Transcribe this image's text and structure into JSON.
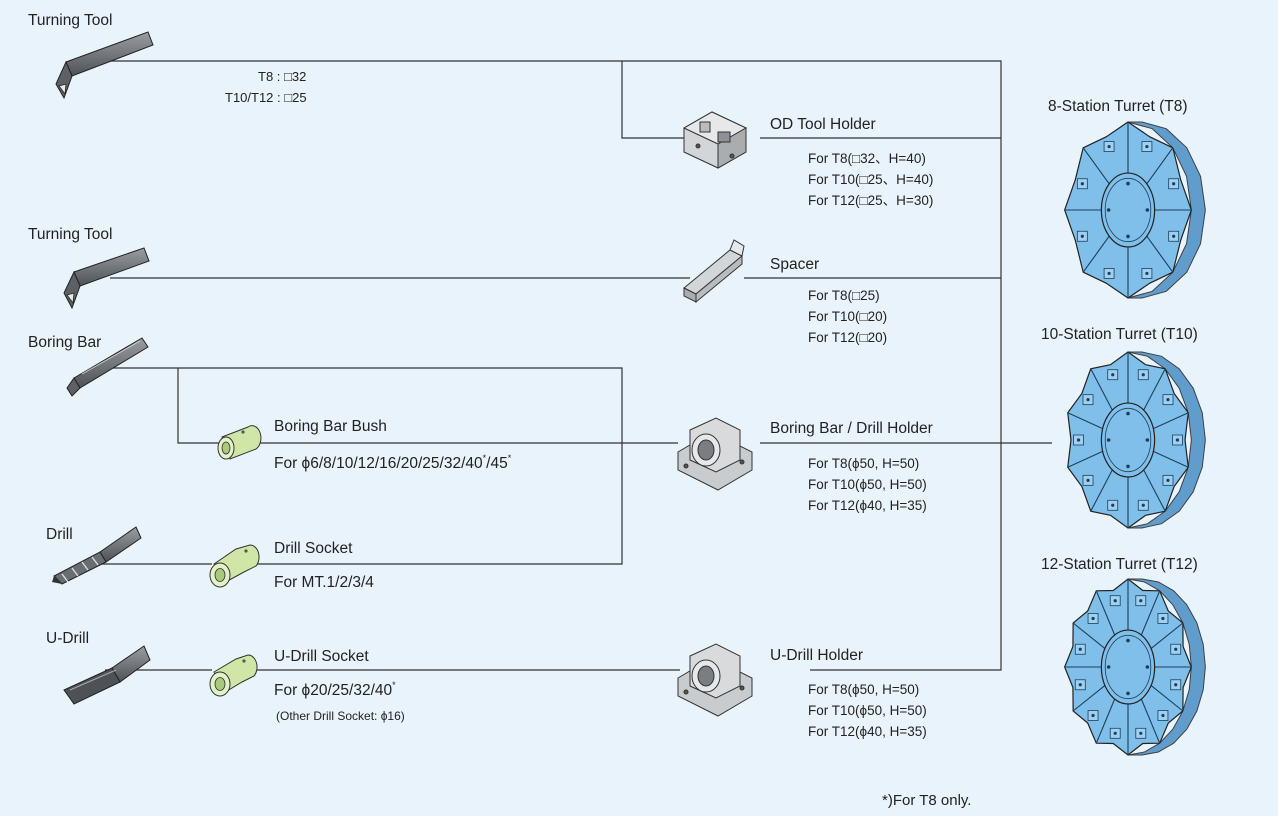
{
  "tools": {
    "turning_tool_1": "Turning Tool",
    "turning_tool_1_note_1": "T8 : □32",
    "turning_tool_1_note_2": "T10/T12 : □25",
    "turning_tool_2": "Turning Tool",
    "boring_bar": "Boring Bar",
    "drill": "Drill",
    "u_drill": "U-Drill"
  },
  "adapters": {
    "boring_bar_bush": {
      "name": "Boring Bar Bush",
      "spec": "For ϕ6/8/10/12/16/20/25/32/40",
      "spec_mark": "*",
      "spec_tail": "/45",
      "spec_tail_mark": "*"
    },
    "drill_socket": {
      "name": "Drill Socket",
      "spec": "For MT.1/2/3/4"
    },
    "u_drill_socket": {
      "name": "U-Drill Socket",
      "spec": "For ϕ20/25/32/40",
      "spec_mark": "*",
      "note": "(Other Drill Socket: ϕ16)"
    }
  },
  "holders": {
    "od_tool_holder": {
      "name": "OD Tool Holder",
      "specs": [
        "For  T8(□32、H=40)",
        "For T10(□25、H=40)",
        "For T12(□25、H=30)"
      ]
    },
    "spacer": {
      "name": "Spacer",
      "specs": [
        "For  T8(□25)",
        "For T10(□20)",
        "For T12(□20)"
      ]
    },
    "boring_bar_drill_holder": {
      "name": "Boring Bar / Drill Holder",
      "specs": [
        "For  T8(ϕ50, H=50)",
        "For T10(ϕ50, H=50)",
        "For T12(ϕ40, H=35)"
      ]
    },
    "u_drill_holder": {
      "name": "U-Drill Holder",
      "specs": [
        "For  T8(ϕ50, H=50)",
        "For T10(ϕ50, H=50)",
        "For T12(ϕ40, H=35)"
      ]
    }
  },
  "turrets": {
    "t8": {
      "label": "8-Station Turret (T8)",
      "stations": 8
    },
    "t10": {
      "label": "10-Station Turret (T10)",
      "stations": 10
    },
    "t12": {
      "label": "12-Station Turret (T12)",
      "stations": 12
    }
  },
  "footnote": "*)For T8 only.",
  "colors": {
    "background": "#e9f3fb",
    "line": "#333333",
    "turret": "#7fbfea",
    "turret_dark": "#4a8fc4",
    "holder": "#c9ccce",
    "socket": "#cfe6a7",
    "tool": "#6f7377"
  }
}
